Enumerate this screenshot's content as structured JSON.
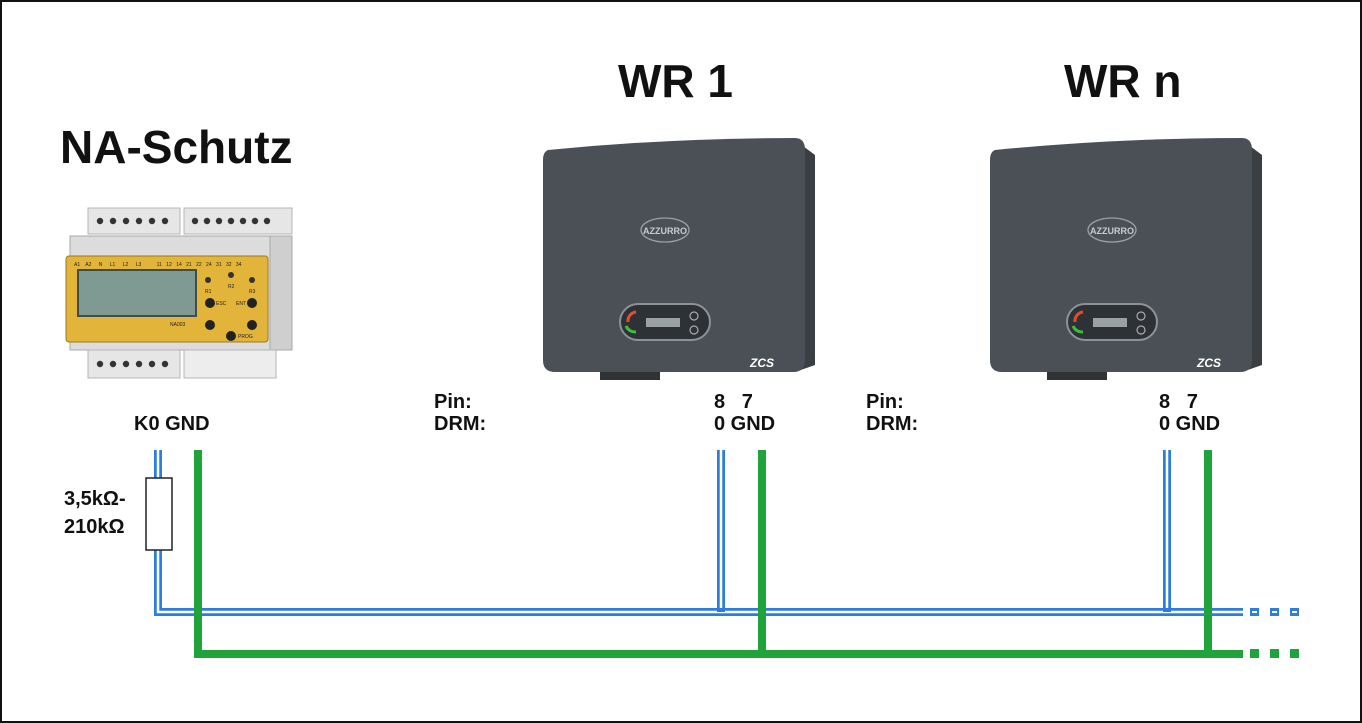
{
  "devices": {
    "na_schutz": {
      "title": "NA-Schutz",
      "terminal_labels": "K0 GND",
      "panel_labels": {
        "top_row": [
          "A1",
          "A2",
          "N",
          "L1",
          "L2",
          "L3",
          "11",
          "12",
          "14",
          "21",
          "22",
          "24",
          "31",
          "32",
          "34"
        ],
        "buttons": [
          "R1",
          "R2",
          "R3",
          "ESC",
          "ENT",
          "PROG"
        ],
        "model": "NA003"
      }
    },
    "inverter_1": {
      "title": "WR 1",
      "pin_caption": "Pin:",
      "drm_caption": "DRM:",
      "pin_numbers": "8   7",
      "drm_values": "0 GND",
      "brand_logo": "AZZURRO",
      "maker_logo": "ZCS"
    },
    "inverter_n": {
      "title": "WR n",
      "pin_caption": "Pin:",
      "drm_caption": "DRM:",
      "pin_numbers": "8   7",
      "drm_values": "0 GND",
      "brand_logo": "AZZURRO",
      "maker_logo": "ZCS"
    }
  },
  "resistor": {
    "label_line1": "3,5kΩ-",
    "label_line2": "210kΩ"
  },
  "colors": {
    "signal_wire": "#2b7de0",
    "ground_wire": "#1fa33a",
    "inverter_body": "#4a5055",
    "relay_face": "#e3b43a"
  }
}
